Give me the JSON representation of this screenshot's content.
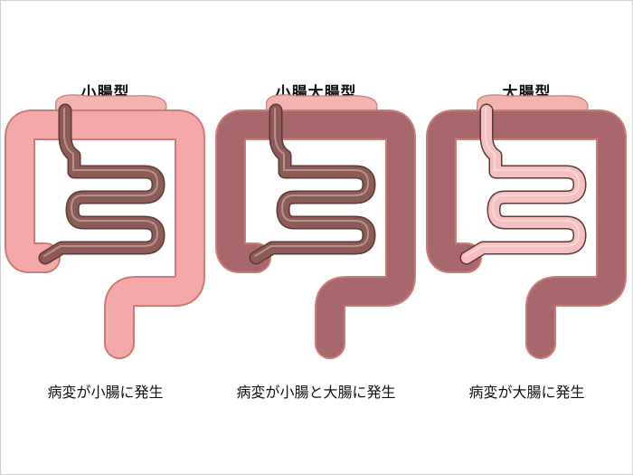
{
  "panels": [
    {
      "title": "小腸型",
      "caption": "病変が小腸に発生",
      "small_intestine_color": "#8e5a55",
      "large_intestine_color": "#f4a8a8"
    },
    {
      "title": "小腸大腸型",
      "caption": "病変が小腸と大腸に発生",
      "small_intestine_color": "#8e5a55",
      "large_intestine_color": "#a8676a"
    },
    {
      "title": "大腸型",
      "caption": "病変が大腸に発生",
      "small_intestine_color": "#f6c0c0",
      "large_intestine_color": "#a8676a"
    }
  ],
  "colors": {
    "healthy_pink": "#f4a8a8",
    "diseased_brown": "#a8676a",
    "stomach": "#f3b4b0"
  }
}
